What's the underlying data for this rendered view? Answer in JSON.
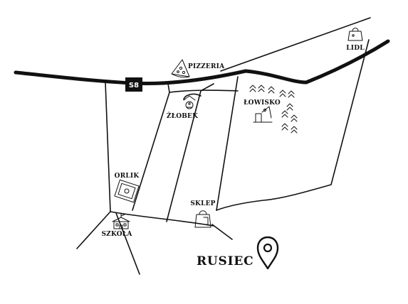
{
  "map": {
    "title": "RUSIEC",
    "road_shield": "S8",
    "colors": {
      "ink": "#111111",
      "background": "#ffffff"
    },
    "places": {
      "pizzeria": {
        "label": "PIZZERIA",
        "icon": "pizza-slice-icon"
      },
      "lidl": {
        "label": "LIDL",
        "icon": "shopping-bag-icon"
      },
      "zlobek": {
        "label": "ŻŁOBEK",
        "icon": "nursery-baby-icon"
      },
      "lowisko": {
        "label": "ŁOWISKO",
        "icon": "fishing-angler-icon"
      },
      "orlik": {
        "label": "ORLIK",
        "icon": "football-pitch-icon"
      },
      "szkola": {
        "label": "SZKOŁA",
        "icon": "school-building-icon"
      },
      "sklep": {
        "label": "SKLEP",
        "icon": "shopping-bag-icon"
      }
    },
    "marker_icon": "location-pin-icon",
    "forest_icon": "tree-icon"
  }
}
